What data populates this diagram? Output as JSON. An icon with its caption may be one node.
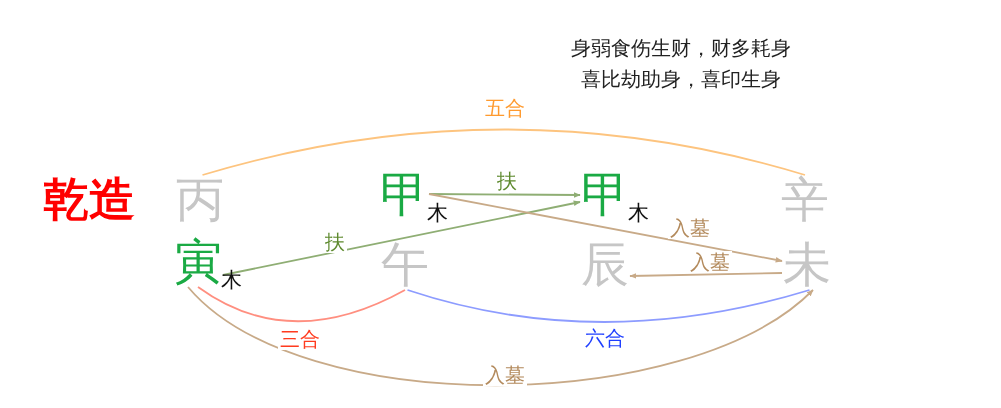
{
  "diagram": {
    "nodes": [
      {
        "text": [
          "丙"
        ]
      },
      {
        "text": [
          "甲"
        ],
        "beside": [
          "木"
        ]
      },
      {
        "text": [
          "甲"
        ],
        "beside": [
          "木"
        ]
      },
      {
        "text": [
          "辛"
        ]
      },
      {
        "text": [
          "寅"
        ],
        "beside": [
          "木"
        ]
      },
      {
        "text": [
          "午"
        ]
      },
      {
        "text": [
          "辰"
        ]
      },
      {
        "text": [
          "未"
        ]
      }
    ],
    "edges": [
      {
        "from": 0,
        "to": 3,
        "arrow": "none",
        "label": "五合",
        "color": "#fdc47f"
      },
      {
        "from": 1,
        "to": 2,
        "arrow": "to",
        "label": "扶",
        "color": "#8fae74"
      },
      {
        "from": 4,
        "to": 2,
        "arrow": "to",
        "label": "扶",
        "color": "#8fae74"
      },
      {
        "from": 1,
        "to": 7,
        "arrow": "to",
        "label": "入墓",
        "color": "#c8aa88"
      },
      {
        "from": 7,
        "to": 6,
        "arrow": "to",
        "label": "入墓",
        "color": "#c8aa88"
      },
      {
        "from": 4,
        "to": 5,
        "arrow": "none",
        "label": "三合",
        "color": "#ff8f80"
      },
      {
        "from": 5,
        "to": 7,
        "arrow": "none",
        "label": "六合",
        "color": "#8d9cff"
      },
      {
        "from": 4,
        "to": 7,
        "arrow": "to",
        "label": "入墓",
        "color": "#c8aa88"
      }
    ],
    "labels": [
      "身弱食伤生财，财多耗身",
      "喜比劫助身，喜印生身",
      "乾造"
    ]
  }
}
